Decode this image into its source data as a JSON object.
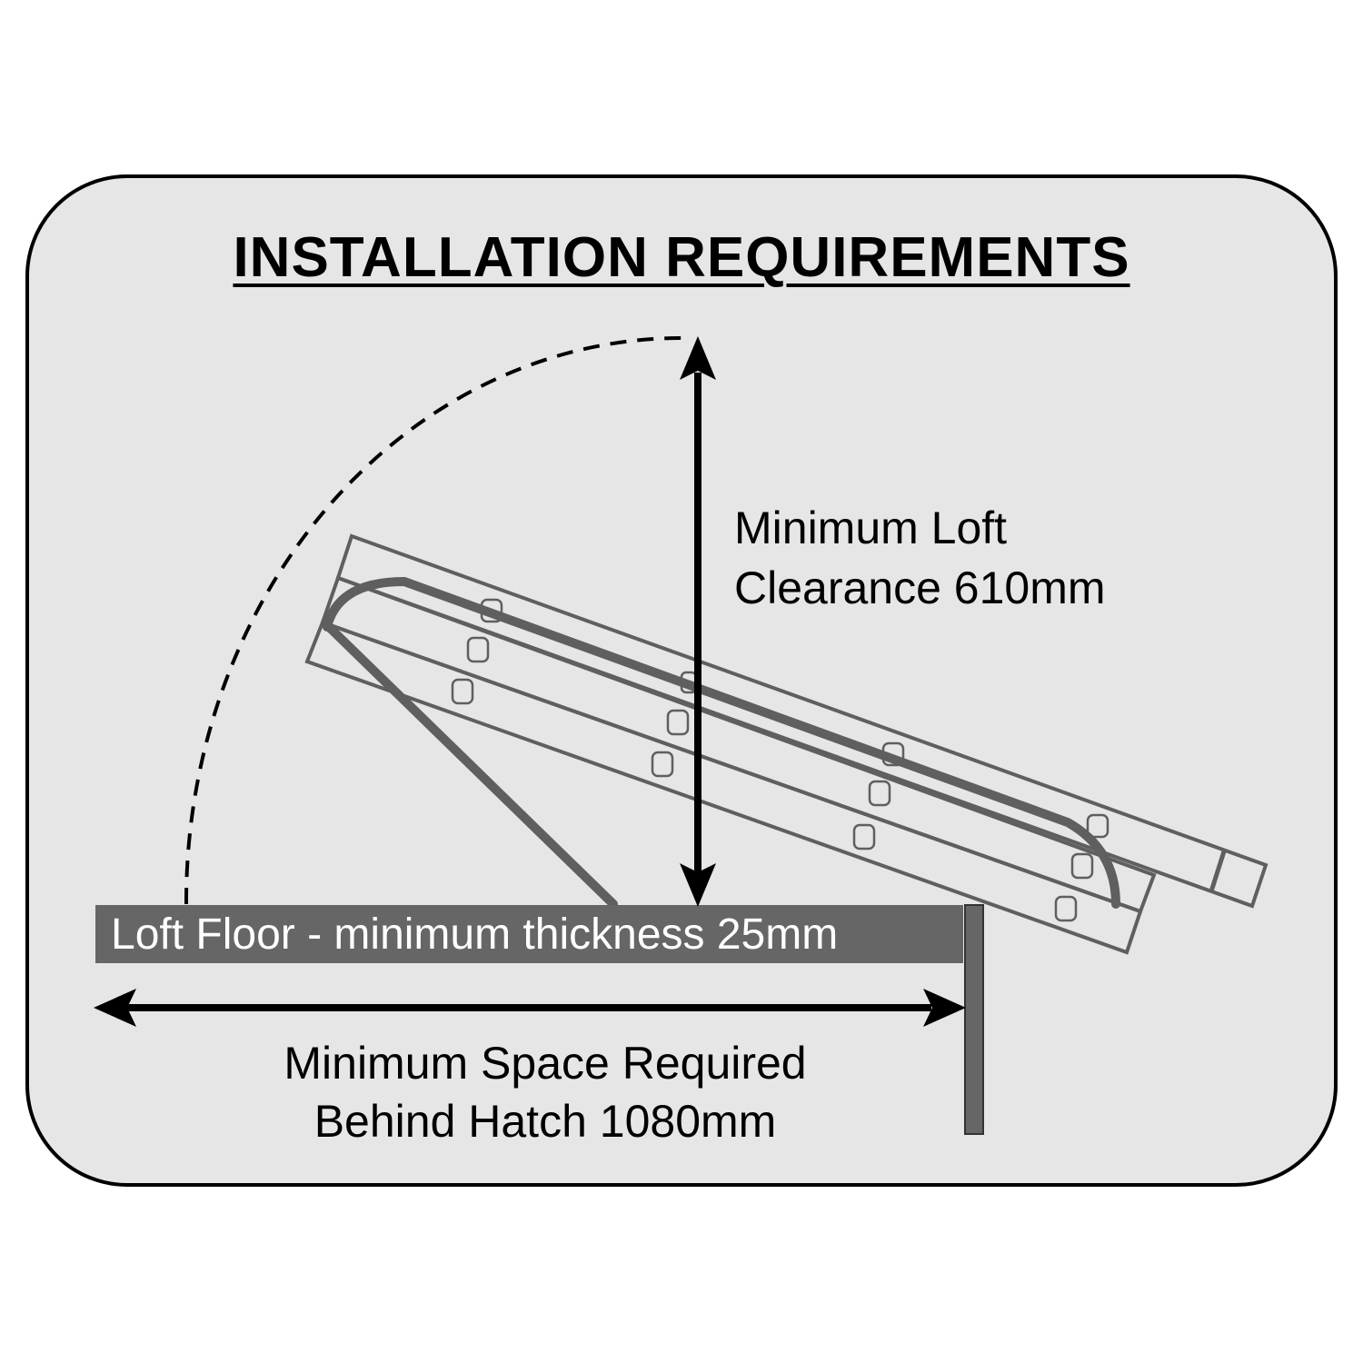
{
  "title": "INSTALLATION REQUIREMENTS",
  "clearance": {
    "line1": "Minimum Loft",
    "line2": "Clearance 610mm"
  },
  "floor_label": "Loft Floor - minimum thickness 25mm",
  "space": {
    "line1": "Minimum Space Required",
    "line2": "Behind Hatch 1080mm"
  },
  "colors": {
    "panel": "#e6e6e6",
    "ladder": "#5f5f5f",
    "floor": "#666666",
    "ink": "#000000"
  }
}
